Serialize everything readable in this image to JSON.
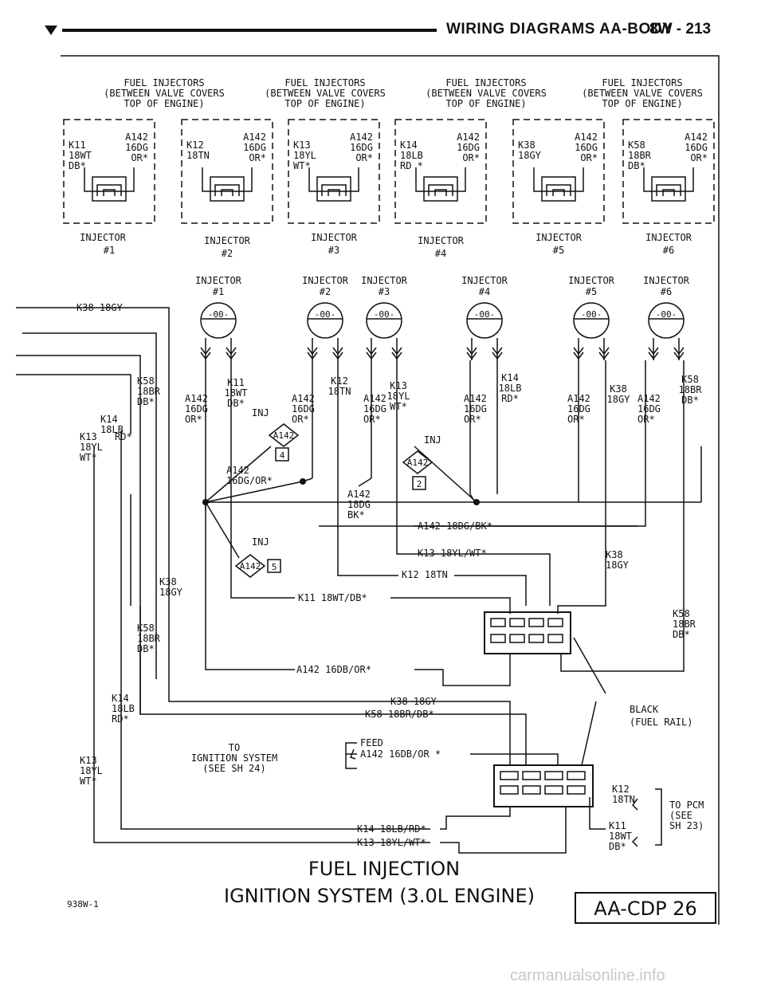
{
  "header": {
    "title": "WIRING DIAGRAMS AA-BODY",
    "page": "8W - 213"
  },
  "top_groups": [
    {
      "caption": [
        "FUEL INJECTORS",
        "(BETWEEN VALVE COVERS",
        "TOP OF ENGINE)"
      ]
    },
    {
      "caption": [
        "FUEL INJECTORS",
        "(BETWEEN VALVE COVERS",
        "TOP OF ENGINE)"
      ]
    },
    {
      "caption": [
        "FUEL INJECTORS",
        "(BETWEEN VALVE COVERS",
        "TOP OF ENGINE)"
      ]
    },
    {
      "caption": [
        "FUEL INJECTORS",
        "(BETWEEN VALVE COVERS",
        "TOP OF ENGINE)"
      ]
    }
  ],
  "connectors": [
    {
      "circuit": [
        "K11",
        "18WT",
        "DB*"
      ],
      "return": [
        "A142",
        "16DG",
        "OR*"
      ],
      "name": "INJECTOR",
      "num": "#1"
    },
    {
      "circuit": [
        "K12",
        "18TN",
        ""
      ],
      "return": [
        "A142",
        "16DG",
        "OR*"
      ],
      "name": "INJECTOR",
      "num": "#2"
    },
    {
      "circuit": [
        "K13",
        "18YL",
        "WT*"
      ],
      "return": [
        "A142",
        "16DG",
        "OR*"
      ],
      "name": "INJECTOR",
      "num": "#3"
    },
    {
      "circuit": [
        "K14",
        "18LB",
        "RD *"
      ],
      "return": [
        "A142",
        "16DG",
        "OR*"
      ],
      "name": "INJECTOR",
      "num": "#4"
    },
    {
      "circuit": [
        "K38",
        "18GY",
        ""
      ],
      "return": [
        "A142",
        "16DG",
        "OR*"
      ],
      "name": "INJECTOR",
      "num": "#5"
    },
    {
      "circuit": [
        "K58",
        "18BR",
        "DB*"
      ],
      "return": [
        "A142",
        "16DG",
        "OR*"
      ],
      "name": "INJECTOR",
      "num": "#6"
    }
  ],
  "schematic_injectors": [
    {
      "name": "INJECTOR",
      "num": "#1",
      "k": [
        "K11",
        "18WT",
        "DB*"
      ],
      "a": [
        "A142",
        "16DG",
        "OR*"
      ]
    },
    {
      "name": "INJECTOR",
      "num": "#2",
      "k": [
        "K12",
        "18TN",
        ""
      ],
      "a": [
        "A142",
        "16DG",
        "OR*"
      ]
    },
    {
      "name": "INJECTOR",
      "num": "#3",
      "k": [
        "K13",
        "18YL",
        "WT*"
      ],
      "a": [
        "A142",
        "16DG",
        "OR*"
      ]
    },
    {
      "name": "INJECTOR",
      "num": "#4",
      "k": [
        "K14",
        "18LB",
        "RD*"
      ],
      "a": [
        "A142",
        "16DG",
        "OR*"
      ]
    },
    {
      "name": "INJECTOR",
      "num": "#5",
      "k": [
        "K38",
        "18GY",
        ""
      ],
      "a": [
        "A142",
        "16DG",
        "OR*"
      ]
    },
    {
      "name": "INJECTOR",
      "num": "#6",
      "k": [
        "K58",
        "18BR",
        "DB*"
      ],
      "a": [
        "A142",
        "16DG",
        "OR*"
      ]
    }
  ],
  "coil_symbol": "-00-",
  "left_wires": {
    "k38_top": "K38 18GY",
    "k58": [
      "K58",
      "18BR",
      "DB*"
    ],
    "k14": [
      "K14",
      "18LB"
    ],
    "k13": [
      "K13",
      "18YL",
      "WT*"
    ],
    "k14_rd": "RD*",
    "k38_mid": [
      "K38",
      "18GY"
    ],
    "k58_mid": [
      "K58",
      "18BR",
      "DB*"
    ],
    "k14_low": [
      "K14",
      "18LB",
      "RD*"
    ],
    "k13_low": [
      "K13",
      "18YL",
      "WT*"
    ]
  },
  "splices": {
    "inj": "INJ",
    "inj1_code": "A142",
    "inj1_num": "4",
    "inj2_code": "A142",
    "inj2_num": "2",
    "inj3_code": "A142",
    "inj3_num": "5",
    "splice1": [
      "A142",
      "16DG/OR*"
    ],
    "splice2": [
      "A142",
      "18DG",
      "BK*"
    ]
  },
  "harness_wires": [
    "A142 18DG/BK*",
    "K13 18YL/WT*",
    "K12 18TN",
    "K11 18WT/DB*",
    "A142 16DB/OR*",
    "K38 18GY",
    "K58 18BR/DB*",
    "A142 16DB/OR *",
    "K14 18LB/RD*",
    "K13 18YL/WT*"
  ],
  "right_labels": {
    "k38": [
      "K38",
      "18GY"
    ],
    "k58": [
      "K58",
      "18BR",
      "DB*"
    ],
    "black": [
      "BLACK",
      "(FUEL RAIL)"
    ],
    "k12": [
      "K12",
      "18TN"
    ],
    "k11": [
      "K11",
      "18WT",
      "DB*"
    ],
    "pcm": [
      "TO PCM",
      "(SEE",
      "SH 23)"
    ]
  },
  "ignition": {
    "to": [
      "TO",
      "IGNITION SYSTEM",
      "(SEE SH 24)"
    ],
    "feed": "FEED"
  },
  "footer": {
    "title1": "FUEL INJECTION",
    "title2": "IGNITION SYSTEM (3.0L ENGINE)",
    "code": "938W-1",
    "box": "AA-CDP 26"
  },
  "watermark": "carmanualsonline.info"
}
